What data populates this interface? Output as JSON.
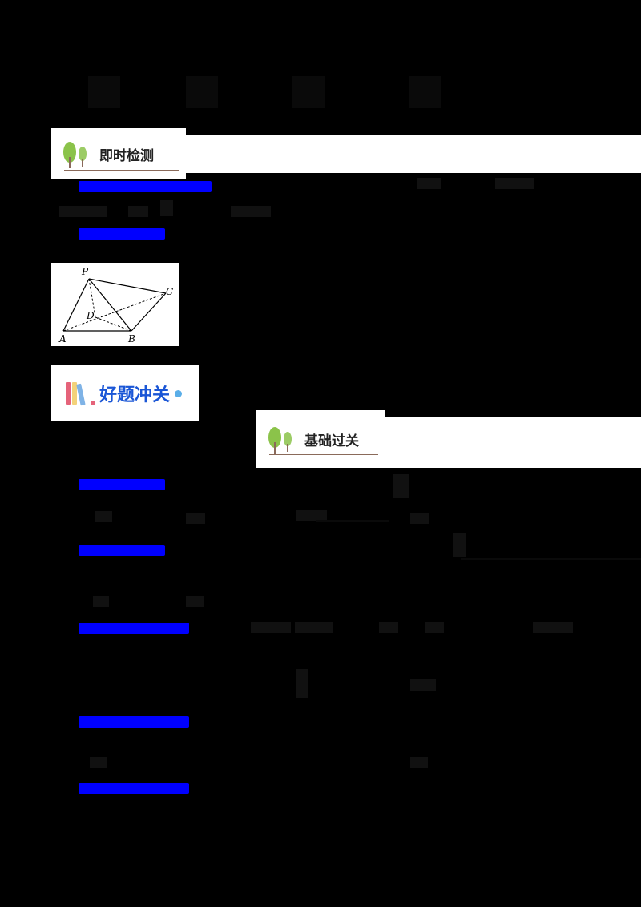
{
  "page": {
    "background": "#000000",
    "title": {
      "text": "",
      "legible": false,
      "char_count": 4
    }
  },
  "sections": [
    {
      "id": "immediate-check",
      "banner_label": "即时检测",
      "banner_icon": "tree-icon",
      "items": [
        {
          "source_tag": "",
          "legible": false,
          "tag_color": "#0000ff"
        },
        {
          "source_tag": "",
          "legible": false,
          "tag_color": "#0000ff"
        }
      ],
      "figure": {
        "type": "geometry-diagram",
        "points": [
          "P",
          "C",
          "D",
          "A",
          "B"
        ],
        "solid_edges": [
          "PA",
          "PB",
          "PC",
          "AB",
          "BC"
        ],
        "dashed_edges": [
          "PD",
          "AD",
          "DB",
          "AC"
        ]
      }
    },
    {
      "id": "good-questions",
      "banner_label": "好题冲关",
      "banner_icon": "books-icon",
      "accent_color": "#1a56d6"
    },
    {
      "id": "basic-pass",
      "banner_label": "基础过关",
      "banner_icon": "tree-icon",
      "items": [
        {
          "source_tag": "",
          "legible": false,
          "tag_color": "#0000ff"
        },
        {
          "source_tag": "",
          "legible": false,
          "tag_color": "#0000ff"
        },
        {
          "source_tag": "",
          "legible": false,
          "tag_color": "#0000ff"
        },
        {
          "source_tag": "",
          "legible": false,
          "tag_color": "#0000ff"
        },
        {
          "source_tag": "",
          "legible": false,
          "tag_color": "#0000ff"
        }
      ]
    }
  ],
  "colors": {
    "tag_blue": "#0000ff",
    "banner_text": "#222222",
    "haoti_blue": "#1a56d6",
    "tree_green": "#8bc34a",
    "underline_brown": "#8a6a5a"
  }
}
